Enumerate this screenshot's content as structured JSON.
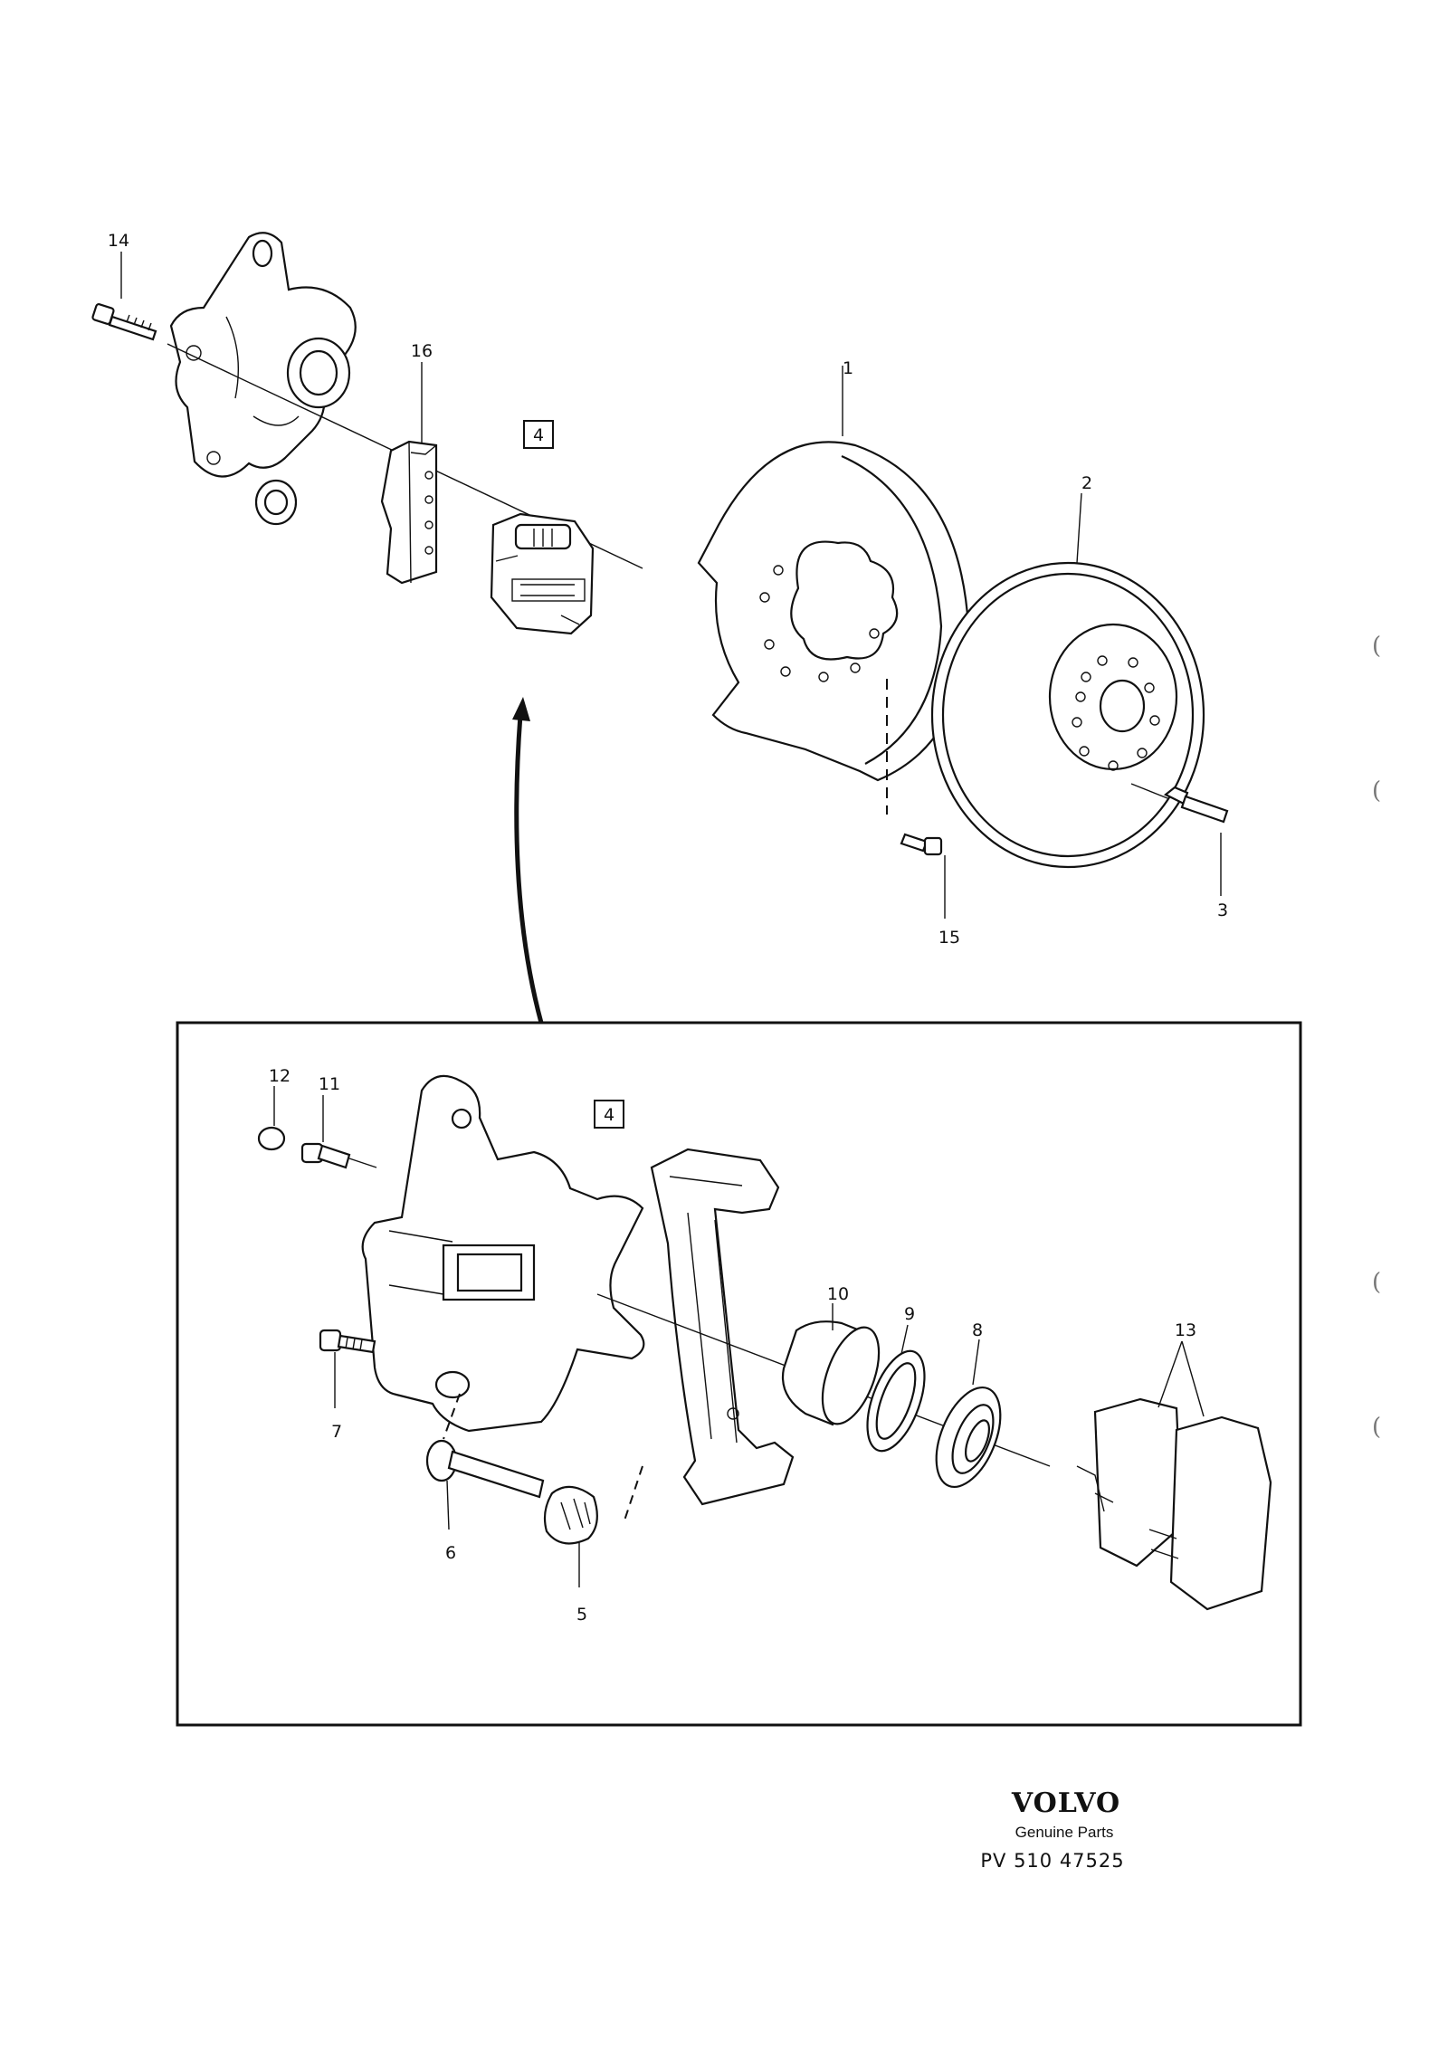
{
  "callouts": {
    "c1": "1",
    "c2": "2",
    "c3": "3",
    "c4_top": "4",
    "c4_inset": "4",
    "c5": "5",
    "c6": "6",
    "c7": "7",
    "c8": "8",
    "c9": "9",
    "c10": "10",
    "c11": "11",
    "c12": "12",
    "c13": "13",
    "c14": "14",
    "c15": "15",
    "c16": "16"
  },
  "branding": {
    "logo_text": "VOLVO",
    "subtitle": "Genuine Parts",
    "part_number": "PV 510 47525"
  },
  "side_marks": [
    "(",
    "(",
    "(",
    "("
  ]
}
